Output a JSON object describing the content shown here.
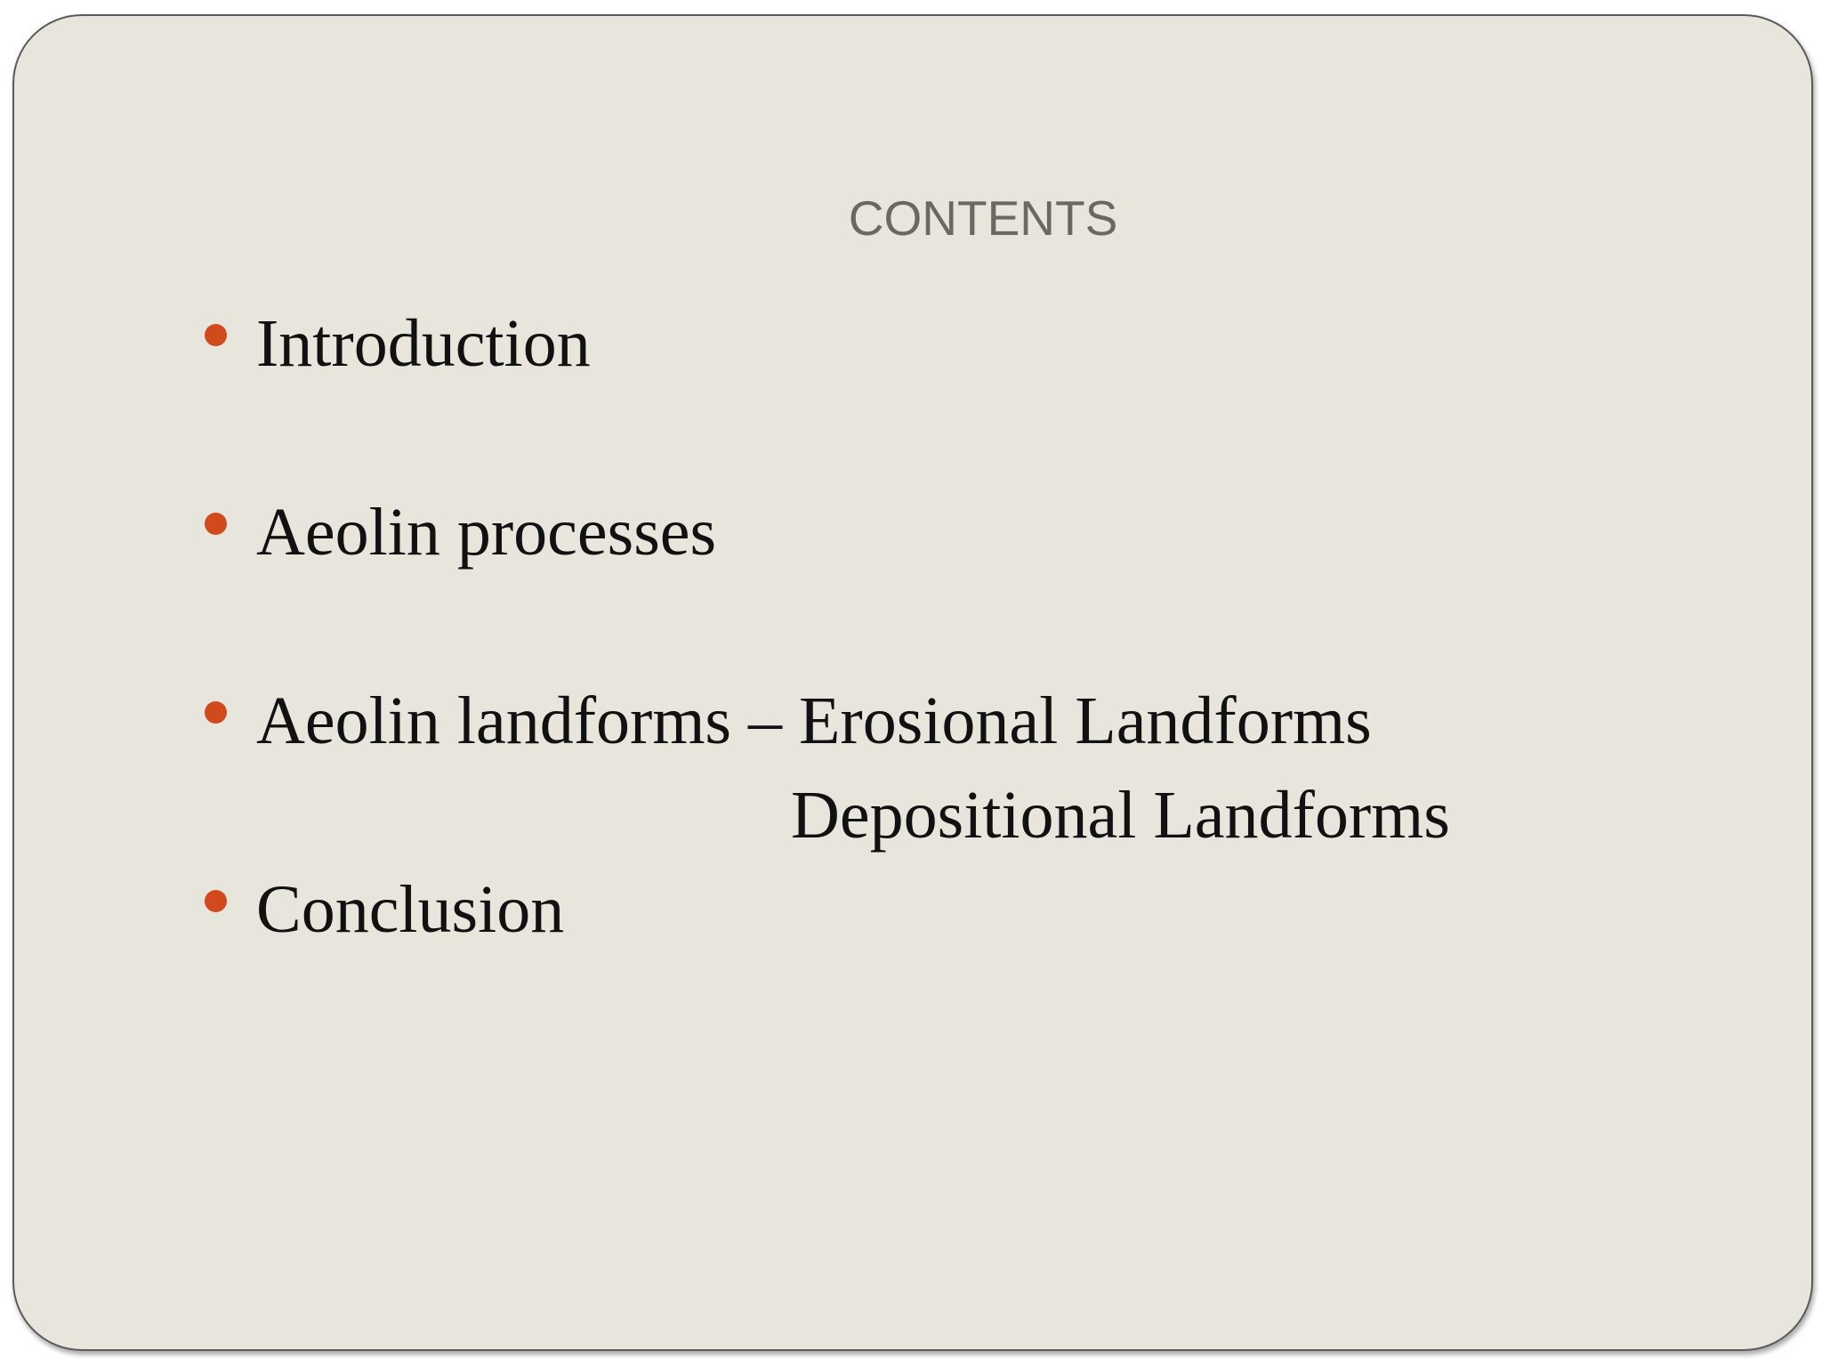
{
  "slide": {
    "title": "CONTENTS",
    "bullet_color": "#d04a1e",
    "items": [
      {
        "label": "Introduction"
      },
      {
        "label": "Aeolin processes"
      },
      {
        "label": "Aeolin landforms – Erosional Landforms",
        "continuation": "Depositional Landforms"
      },
      {
        "label": "Conclusion"
      }
    ]
  }
}
